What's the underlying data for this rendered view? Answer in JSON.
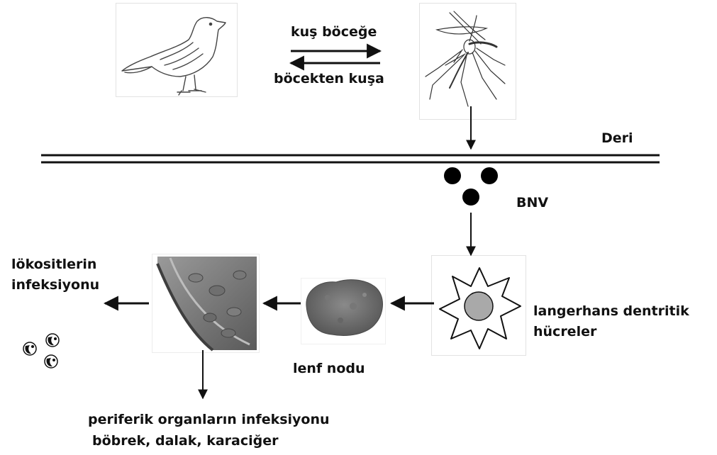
{
  "labels": {
    "bird_to_insect": "kuş böceğe",
    "insect_to_bird": "böcekten kuşa",
    "skin": "Deri",
    "virus": "BNV",
    "langerhans_line1": "langerhans dentritik",
    "langerhans_line2": "hücreler",
    "lymph_node": "lenf nodu",
    "leukocyte_line1": "lökositlerin",
    "leukocyte_line2": "infeksiyonu",
    "peripheral_line1": "periferik organların infeksiyonu",
    "peripheral_line2": "böbrek, dalak, karaciğer"
  },
  "illustrations": {
    "bird": "bird-sketch",
    "mosquito": "mosquito-sketch",
    "dendritic_cell": "star-shaped-cell",
    "lymph_node": "lymph-node-photo",
    "blood_vessel": "blood-vessel-cross-section",
    "leukocytes": "leukocyte-cells"
  },
  "colors": {
    "ink": "#111111",
    "cell_nucleus": "#a9a9a9",
    "lymph_node": "#6e6e6e"
  }
}
